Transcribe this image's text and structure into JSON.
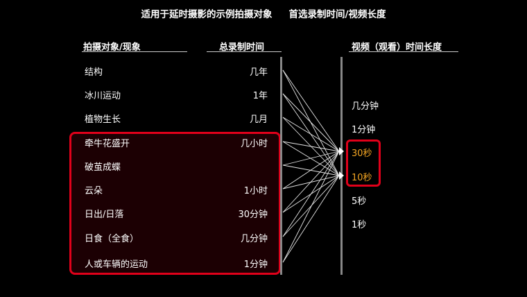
{
  "title": {
    "main": "适用于延时摄影的示例拍摄对象",
    "sub": "首选录制时间/视频长度"
  },
  "headers": {
    "subject": "拍摄对象/现象",
    "record": "总录制时间",
    "video": "视频（观看）时间长度"
  },
  "rows": [
    {
      "subject": "结构",
      "time": "几年"
    },
    {
      "subject": "冰川运动",
      "time": "1年"
    },
    {
      "subject": "植物生长",
      "time": "几月"
    },
    {
      "subject": "牵牛花盛开",
      "time": "几小时"
    },
    {
      "subject": "破茧成蝶",
      "time": ""
    },
    {
      "subject": "云朵",
      "time": "1小时"
    },
    {
      "subject": "日出/日落",
      "time": "30分钟"
    },
    {
      "subject": "日食（全食）",
      "time": "几分钟"
    },
    {
      "subject": "人或车辆的运动",
      "time": "1分钟"
    }
  ],
  "outputs": [
    {
      "label": "几分钟",
      "highlight": false
    },
    {
      "label": "1分钟",
      "highlight": false
    },
    {
      "label": "30秒",
      "highlight": true
    },
    {
      "label": "10秒",
      "highlight": true
    },
    {
      "label": "5秒",
      "highlight": false
    },
    {
      "label": "1秒",
      "highlight": false
    }
  ],
  "colors": {
    "highlight_border": "#e0001a",
    "highlight_text": "#f5a623",
    "text": "#ffffff",
    "background": "#000000"
  }
}
